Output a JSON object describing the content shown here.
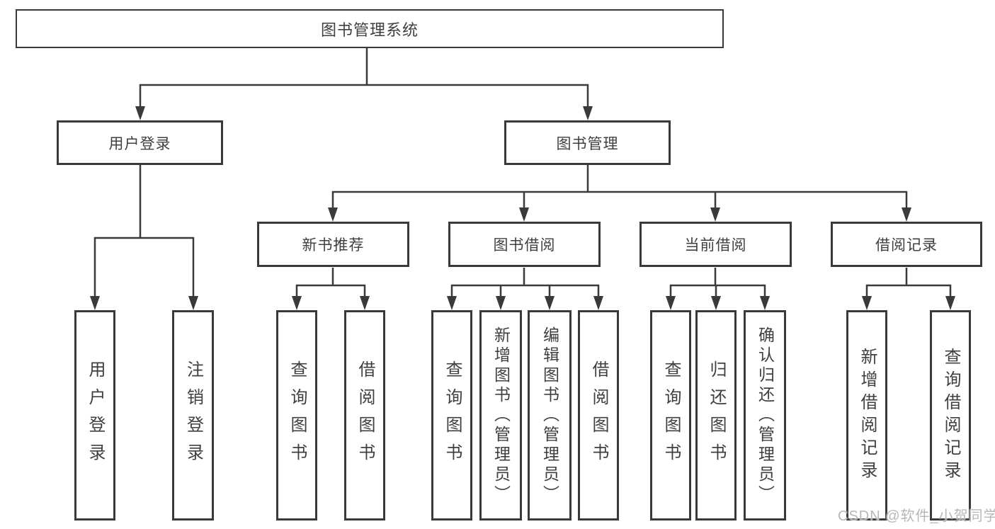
{
  "tree": {
    "label": "图书管理系统",
    "children": [
      {
        "label": "用户登录",
        "children": [
          {
            "label": "用户登录"
          },
          {
            "label": "注销登录"
          }
        ]
      },
      {
        "label": "图书管理",
        "children": [
          {
            "label": "新书推荐",
            "children": [
              {
                "label": "查询图书"
              },
              {
                "label": "借阅图书"
              }
            ]
          },
          {
            "label": "图书借阅",
            "children": [
              {
                "label": "查询图书"
              },
              {
                "label": "新增图书（管理员）"
              },
              {
                "label": "编辑图书（管理员）"
              },
              {
                "label": "借阅图书"
              }
            ]
          },
          {
            "label": "当前借阅",
            "children": [
              {
                "label": "查询图书"
              },
              {
                "label": "归还图书"
              },
              {
                "label": "确认归还（管理员）"
              }
            ]
          },
          {
            "label": "借阅记录",
            "children": [
              {
                "label": "新增借阅记录"
              },
              {
                "label": "查询借阅记录"
              }
            ]
          }
        ]
      }
    ]
  },
  "watermark": {
    "text": "CSDN @软件_小贺同学"
  },
  "colors": {
    "line": "#3a3a3a",
    "text": "#3f3f3f",
    "watermark": "#b7b7b7",
    "background": "#ffffff"
  }
}
